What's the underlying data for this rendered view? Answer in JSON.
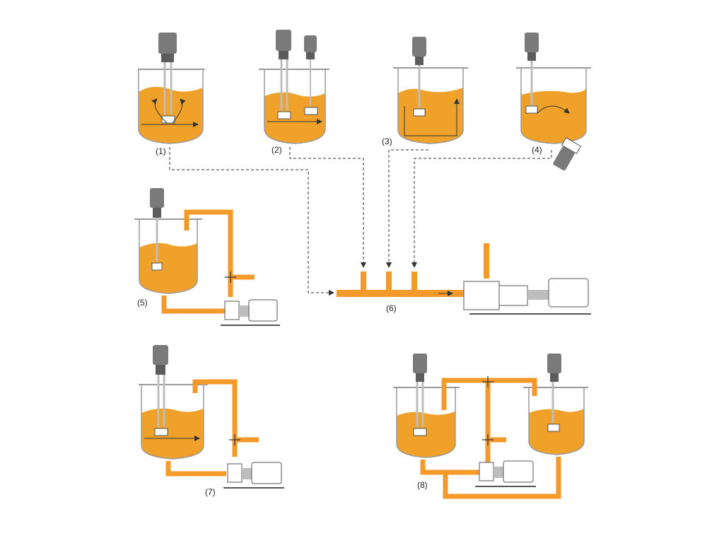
{
  "colors": {
    "liquid": "#F0A12A",
    "pipe": "#F39A2B",
    "tank_outline": "#9a9a9a",
    "motor": "#7a7a7a",
    "arrow": "#333333",
    "background": "#ffffff"
  },
  "labels": [
    "(1)",
    "(2)",
    "(3)",
    "(4)",
    "(5)",
    "(6)",
    "(7)",
    "(8)"
  ]
}
